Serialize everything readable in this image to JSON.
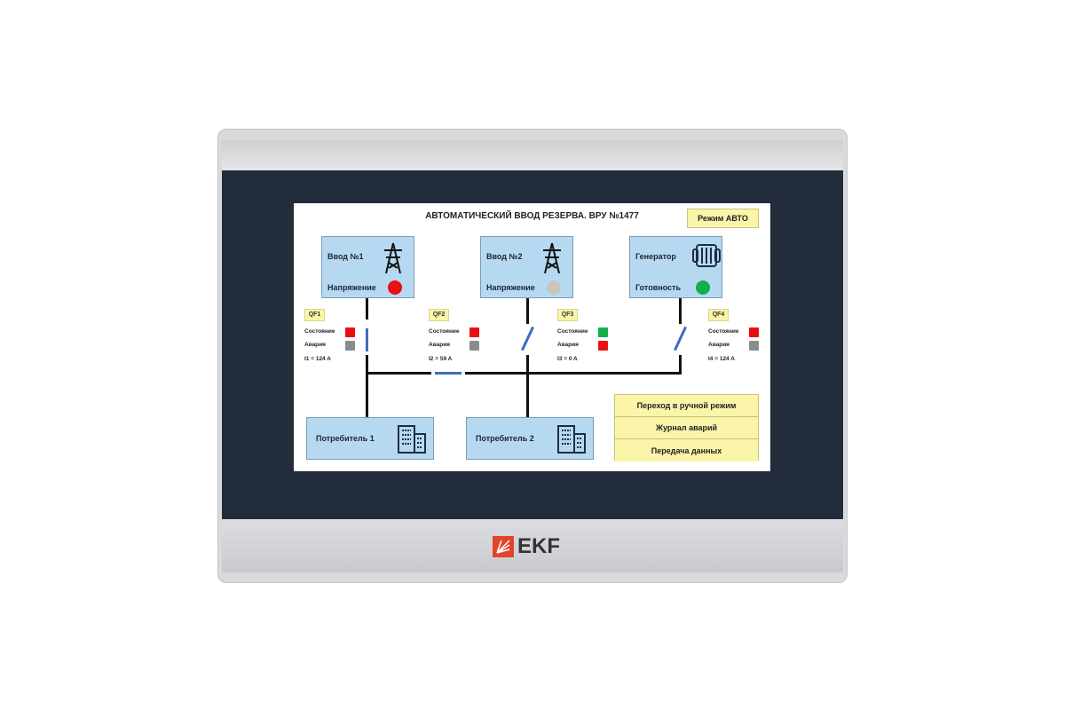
{
  "title": "АВТОМАТИЧЕСКИЙ ВВОД РЕЗЕРВА. ВРУ №1477",
  "mode_button": "Режим АВТО",
  "sources": [
    {
      "name": "Ввод №1",
      "status_label": "Напряжение",
      "status_color": "#e81010",
      "icon": "power-tower-icon"
    },
    {
      "name": "Ввод №2",
      "status_label": "Напряжение",
      "status_color": "#c8c4c0",
      "icon": "power-tower-icon"
    },
    {
      "name": "Генератор",
      "status_label": "Готовность",
      "status_color": "#10b04a",
      "icon": "generator-icon"
    }
  ],
  "breakers": [
    {
      "label": "QF1",
      "state_label": "Состояние",
      "state_color": "#e81010",
      "alarm_label": "Авария",
      "alarm_color": "#8c8c8c",
      "current": "I1 = 124 A"
    },
    {
      "label": "QF2",
      "state_label": "Состояние",
      "state_color": "#e81010",
      "alarm_label": "Авария",
      "alarm_color": "#8c8c8c",
      "current": "I2 = 59 A"
    },
    {
      "label": "QF3",
      "state_label": "Состояние",
      "state_color": "#10b04a",
      "alarm_label": "Авария",
      "alarm_color": "#e81010",
      "current": "I3 = 0 A"
    },
    {
      "label": "QF4",
      "state_label": "Состояние",
      "state_color": "#e81010",
      "alarm_label": "Авария",
      "alarm_color": "#8c8c8c",
      "current": "I4 = 124 A"
    }
  ],
  "consumers": [
    {
      "name": "Потребитель 1"
    },
    {
      "name": "Потребитель 2"
    }
  ],
  "menu": [
    "Переход в ручной режим",
    "Журнал аварий",
    "Передача данных"
  ],
  "brand": "EKF"
}
